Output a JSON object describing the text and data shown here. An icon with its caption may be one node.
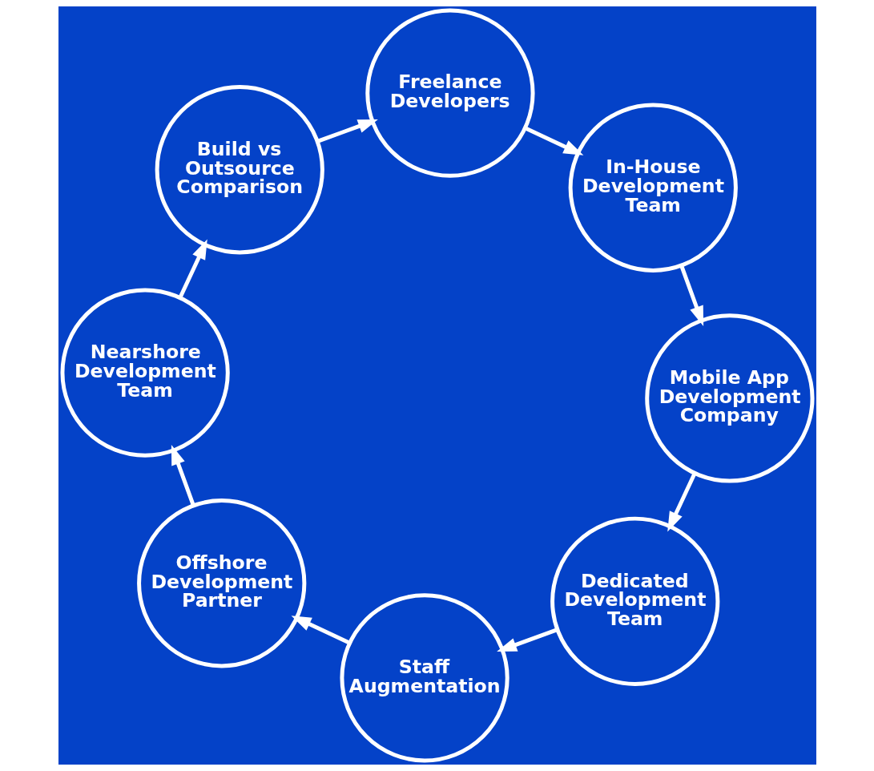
{
  "diagram": {
    "nodes": [
      {
        "text": [
          "Freelance Developers"
        ]
      },
      {
        "text": [
          "Build vs Outsource Comparison"
        ]
      },
      {
        "text": [
          "In-House Development Team"
        ]
      },
      {
        "text": [
          "Nearshore Development Team"
        ]
      },
      {
        "text": [
          "Mobile App Development Company"
        ]
      },
      {
        "text": [
          "Offshore Development Partner"
        ]
      },
      {
        "text": [
          "Dedicated Development Team"
        ]
      },
      {
        "text": [
          "Staff Augmentation"
        ]
      }
    ],
    "edges": [
      {
        "from": 1,
        "to": 0,
        "arrow": "to"
      },
      {
        "from": 0,
        "to": 2,
        "arrow": "to"
      },
      {
        "from": 2,
        "to": 4,
        "arrow": "to"
      },
      {
        "from": 4,
        "to": 6,
        "arrow": "to"
      },
      {
        "from": 6,
        "to": 7,
        "arrow": "to"
      },
      {
        "from": 7,
        "to": 5,
        "arrow": "to"
      },
      {
        "from": 5,
        "to": 3,
        "arrow": "to"
      },
      {
        "from": 3,
        "to": 1,
        "arrow": "to"
      }
    ]
  }
}
